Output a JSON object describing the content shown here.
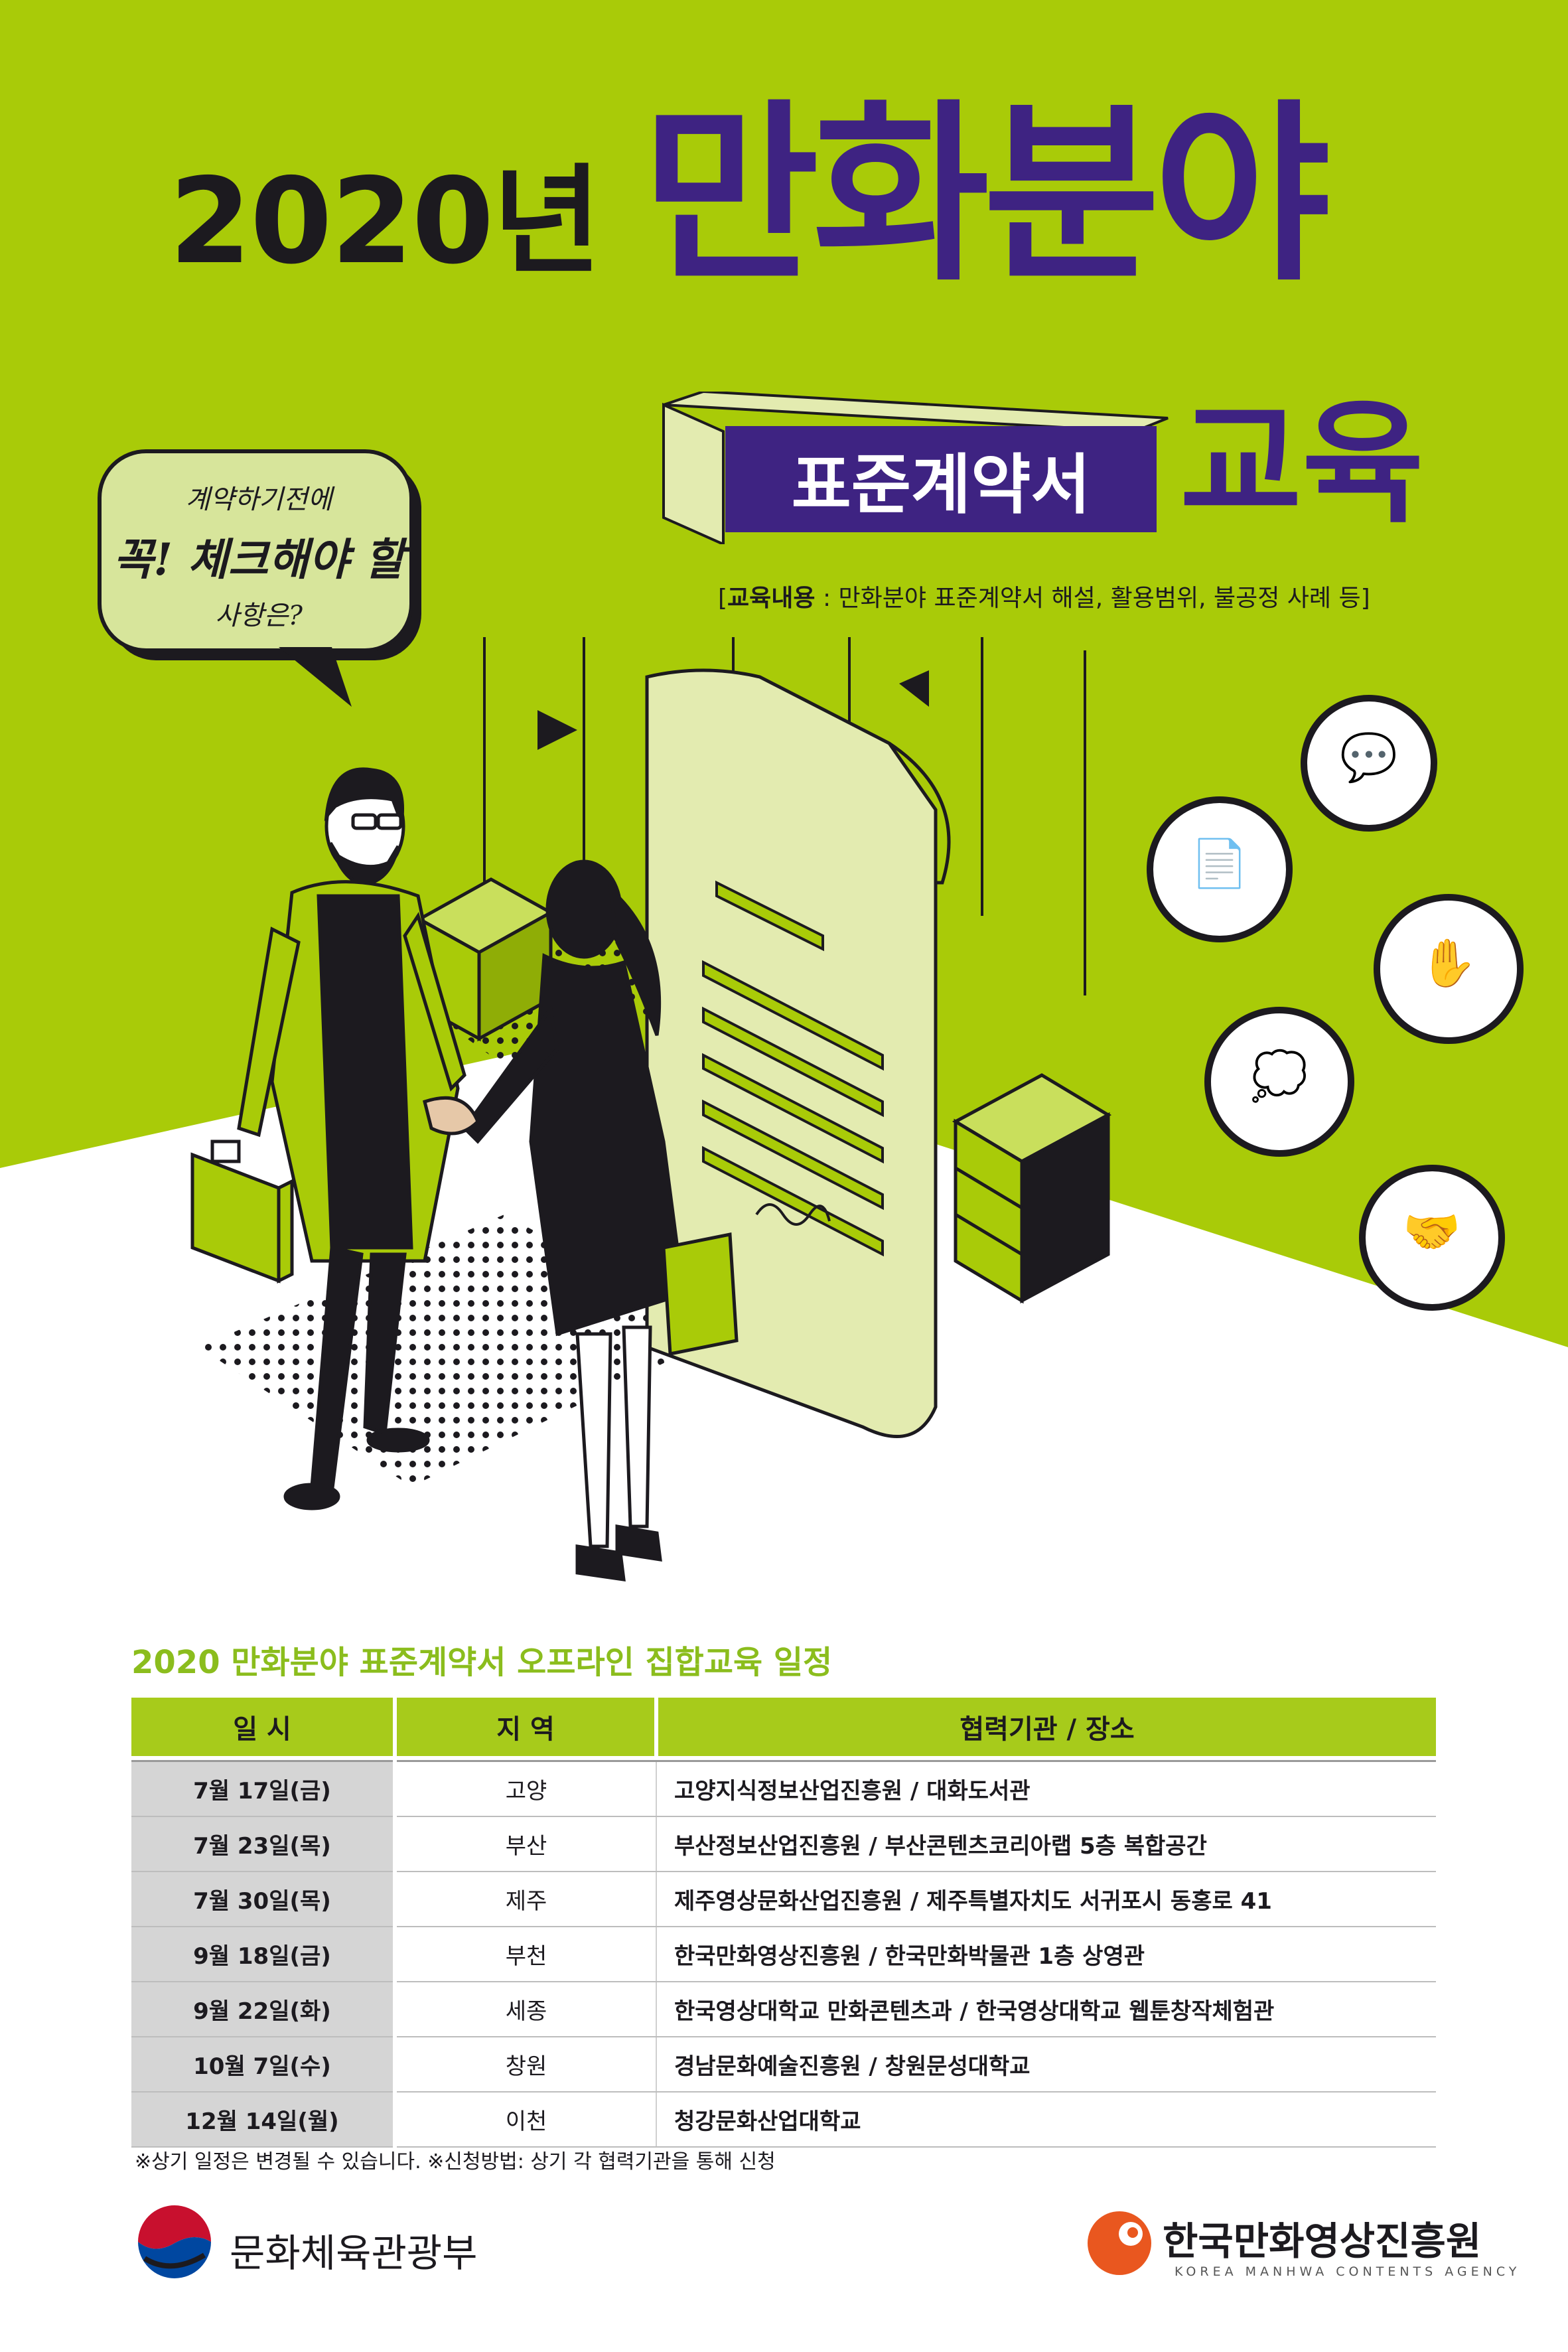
{
  "header": {
    "year": "2020년",
    "title": "만화분야",
    "contract_label": "표준계약서",
    "education": "교육",
    "content_label": "교육내용",
    "content_text": " : 만화분야 표준계약서 해설, 활용범위, 불공정 사례 등]"
  },
  "bubble": {
    "line1": "계약하기전에",
    "line2": "꼭! 체크해야 할",
    "line3": "사항은?"
  },
  "icons": [
    "discussion-icon",
    "document-meeting-icon",
    "stop-hand-icon",
    "chat-icon",
    "pinky-promise-icon"
  ],
  "schedule": {
    "title": "2020 만화분야 표준계약서 오프라인 집합교육 일정",
    "columns": [
      "일 시",
      "지 역",
      "협력기관 / 장소"
    ],
    "rows": [
      {
        "date": "7월 17일(금)",
        "region": "고양",
        "place": "고양지식정보산업진흥원 / 대화도서관"
      },
      {
        "date": "7월 23일(목)",
        "region": "부산",
        "place": "부산정보산업진흥원 / 부산콘텐츠코리아랩 5층 복합공간"
      },
      {
        "date": "7월 30일(목)",
        "region": "제주",
        "place": "제주영상문화산업진흥원 / 제주특별자치도 서귀포시 동홍로 41"
      },
      {
        "date": "9월 18일(금)",
        "region": "부천",
        "place": "한국만화영상진흥원 / 한국만화박물관 1층 상영관"
      },
      {
        "date": "9월 22일(화)",
        "region": "세종",
        "place": "한국영상대학교 만화콘텐츠과 / 한국영상대학교 웹툰창작체험관"
      },
      {
        "date": "10월 7일(수)",
        "region": "창원",
        "place": "경남문화예술진흥원 / 창원문성대학교"
      },
      {
        "date": "12월 14일(월)",
        "region": "이천",
        "place": "청강문화산업대학교"
      }
    ],
    "note": "※상기 일정은 변경될 수 있습니다. ※신청방법: 상기 각 협력기관을 통해 신청"
  },
  "footer": {
    "gov_name": "문화체육관광부",
    "agency_name": "한국만화영상진흥원",
    "agency_en": "KOREA MANHWA CONTENTS AGENCY"
  },
  "colors": {
    "lime": "#a9cb08",
    "purple": "#3e2382",
    "pale_green": "#e3ebb0",
    "section_green": "#8bbd1d"
  }
}
